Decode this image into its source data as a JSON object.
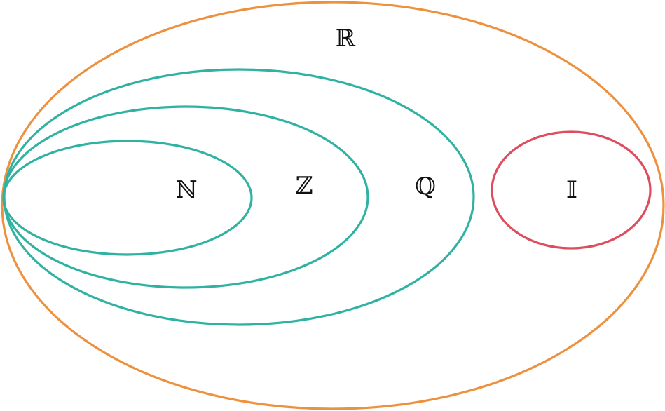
{
  "diagram": {
    "type": "nested-set-venn",
    "sets": {
      "reals": {
        "label": "ℝ",
        "color": "#EE913F"
      },
      "rationals": {
        "label": "ℚ",
        "color": "#2FB2A2"
      },
      "integers": {
        "label": "ℤ",
        "color": "#2FB2A2"
      },
      "naturals": {
        "label": "ℕ",
        "color": "#2FB2A2"
      },
      "irrationals": {
        "label": "𝕀",
        "color": "#DE4D5E"
      }
    }
  }
}
